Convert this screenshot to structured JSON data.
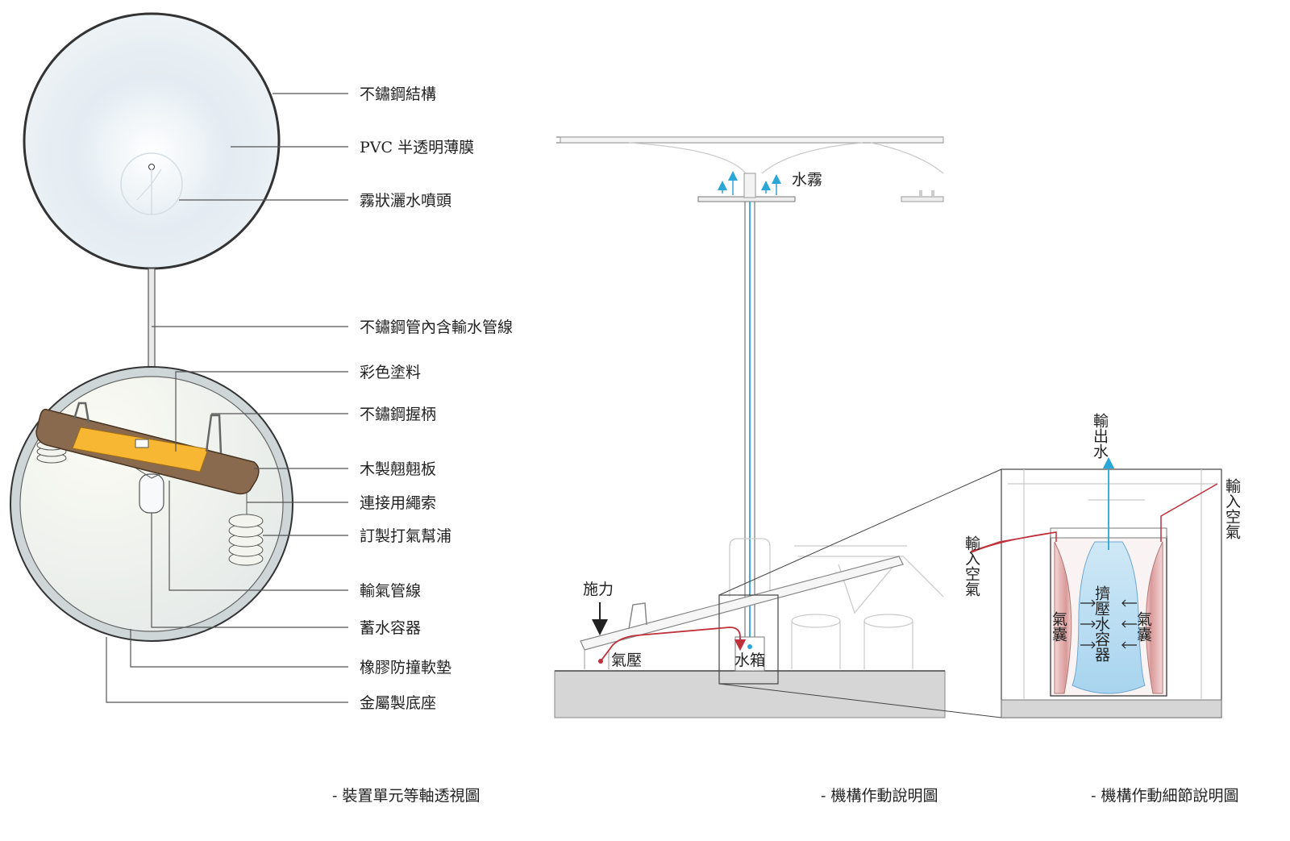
{
  "left_panel": {
    "labels": [
      "不鏽鋼結構",
      "PVC 半透明薄膜",
      "霧狀灑水噴頭",
      "不鏽鋼管內含輸水管線",
      "彩色塗料",
      "不鏽鋼握柄",
      "木製翹翹板",
      "連接用繩索",
      "訂製打氣幫浦",
      "輸氣管線",
      "蓄水容器",
      "橡膠防撞軟墊",
      "金屬製底座"
    ],
    "caption": "- 裝置單元等軸透視圖"
  },
  "middle_panel": {
    "mist": "水霧",
    "force": "施力",
    "air_pressure": "氣壓",
    "water_tank": "水箱",
    "caption": "- 機構作動說明圖"
  },
  "right_panel": {
    "output_water": "輸出水",
    "input_air_left": "輸入空氣",
    "input_air_right": "輸入空氣",
    "airbag_left": "氣囊",
    "airbag_right": "氣囊",
    "squeeze_container": "擠壓水容器",
    "caption": "- 機構作動細節說明圖"
  },
  "colors": {
    "water_blue": "#2aa7d6",
    "air_red": "#c0303a",
    "seesaw_yellow": "#f7b733",
    "wood_brown": "#8a6a4f",
    "ground_gray": "#d6d6d6"
  }
}
